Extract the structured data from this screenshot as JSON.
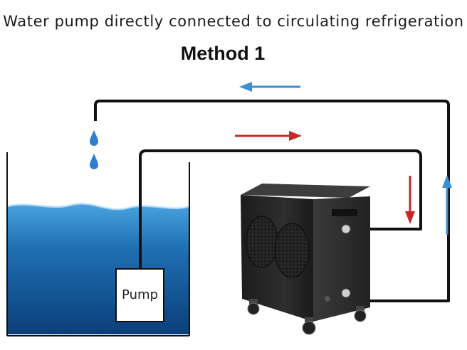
{
  "headline": "Water pump directly connected to circulating refrigeration",
  "subhead": "Method 1",
  "pump_label": "Pump",
  "colors": {
    "return_arrow": "#3a8fd8",
    "supply_arrow": "#c62828",
    "pipe": "#111111",
    "water": "#1f6fb3",
    "chiller_body": "#2a2a2a"
  },
  "icons": [
    "water-drop-icon",
    "fan-grille-icon",
    "caster-wheel-icon",
    "pipe-fitting-icon"
  ]
}
